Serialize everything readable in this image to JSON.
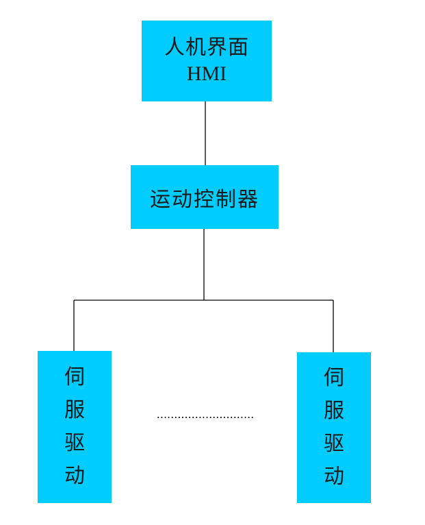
{
  "hmi": {
    "label_cn": "人机界面",
    "label_en": "HMI"
  },
  "controller": {
    "label": "运动控制器"
  },
  "servo_left": {
    "label": "伺服驱动"
  },
  "servo_right": {
    "label": "伺服驱动"
  },
  "ellipsis": "............................",
  "colors": {
    "box_fill": "#00ccff",
    "line": "#000000"
  }
}
